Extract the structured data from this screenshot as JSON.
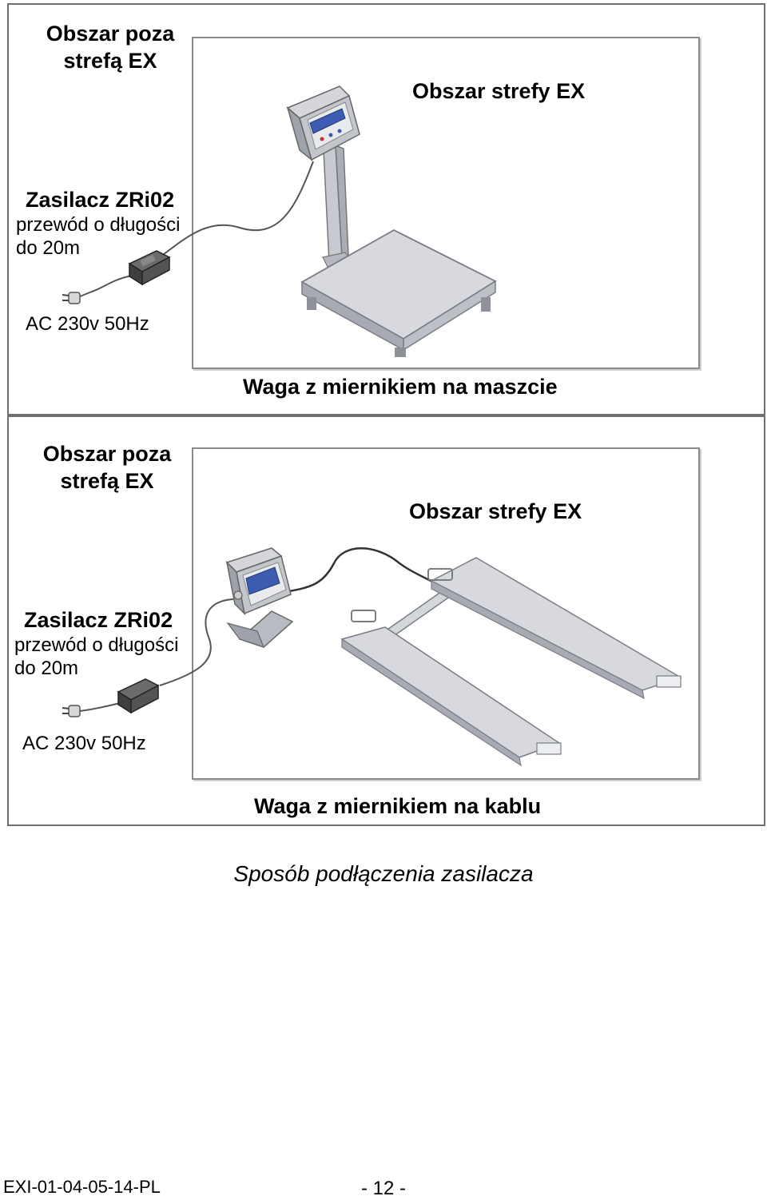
{
  "panel_top": {
    "outside_label": [
      "Obszar poza",
      "strefą EX"
    ],
    "zone_label": "Obszar strefy EX",
    "psu_name": "Zasilacz ZRi02",
    "psu_cable": [
      "przewód o długości",
      "do 20m"
    ],
    "mains": "AC 230v 50Hz",
    "caption": "Waga z miernikiem na maszcie"
  },
  "panel_bottom": {
    "outside_label": [
      "Obszar poza",
      "strefą EX"
    ],
    "zone_label": "Obszar strefy EX",
    "psu_name": "Zasilacz ZRi02",
    "psu_cable": [
      "przewód o długości",
      "do 20m"
    ],
    "mains": "AC 230v 50Hz",
    "caption": "Waga z miernikiem na kablu"
  },
  "figure_caption": "Sposób podłączenia zasilacza",
  "footer": {
    "doc_code": "EXI-01-04-05-14-PL",
    "page_number": "- 12 -"
  },
  "colors": {
    "frame": "#6f6f6f",
    "metal": "#c9ccd2",
    "metal_dark": "#9ea2aa",
    "display": "#3b5cb0"
  }
}
